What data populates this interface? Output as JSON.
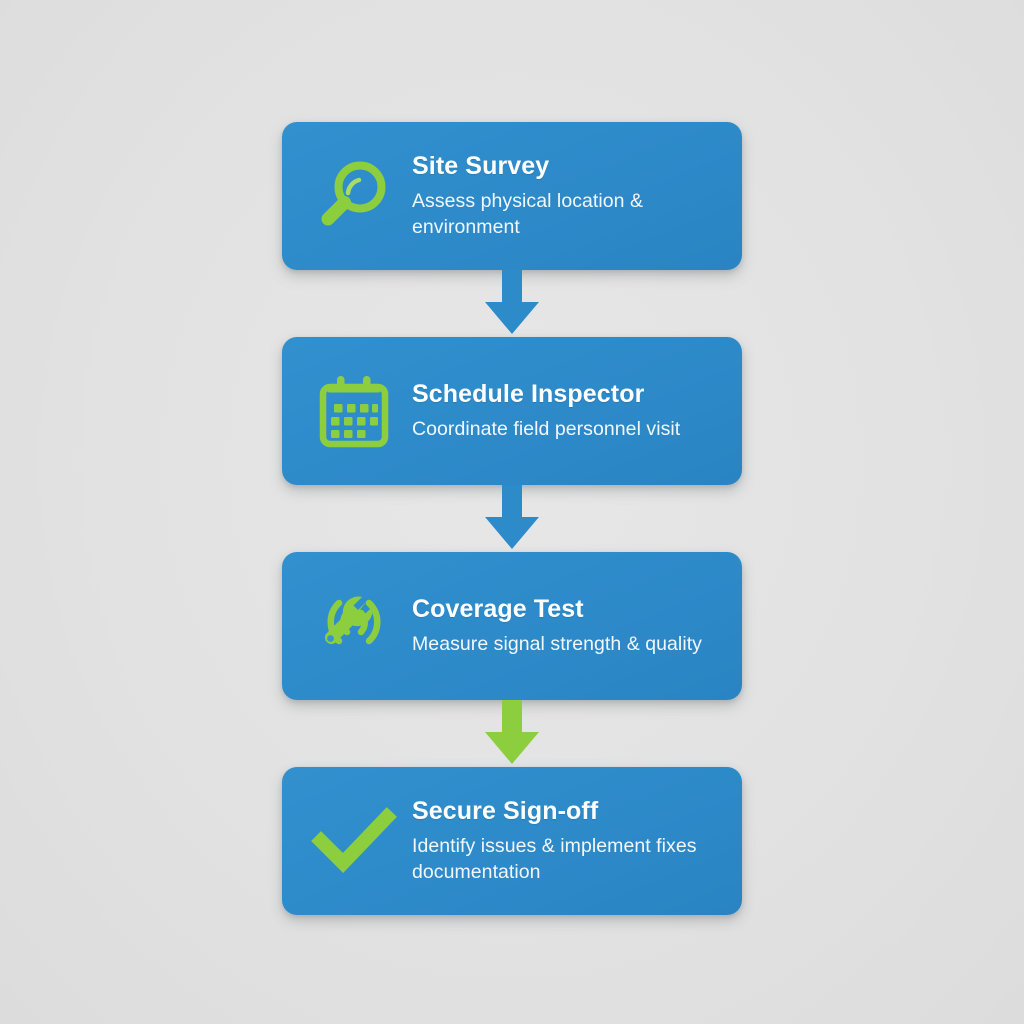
{
  "diagram": {
    "type": "vertical-flowchart",
    "background_color": "#e4e4e4",
    "card_color": "#2e8bca",
    "accent_color": "#8dce3f",
    "title_color": "#ffffff",
    "steps": [
      {
        "id": "site-survey",
        "index": 1,
        "title": "Site Survey",
        "description": "Assess physical location & environment",
        "icon": "magnifier-icon"
      },
      {
        "id": "schedule-inspector",
        "index": 2,
        "title": "Schedule Inspector",
        "description": "Coordinate field personnel visit",
        "icon": "calendar-icon"
      },
      {
        "id": "coverage-test",
        "index": 3,
        "title": "Coverage Test",
        "description": "Measure signal strength & quality",
        "icon": "signal-wrench-icon"
      },
      {
        "id": "secure-signoff",
        "index": 4,
        "title": "Secure Sign-off",
        "description": "Identify issues & implement fixes documentation",
        "icon": "checkmark-icon"
      }
    ],
    "connectors": [
      {
        "id": "connector-1",
        "from": "site-survey",
        "to": "schedule-inspector",
        "color": "#2e8bca"
      },
      {
        "id": "connector-2",
        "from": "schedule-inspector",
        "to": "coverage-test",
        "color": "#2e8bca"
      },
      {
        "id": "connector-3",
        "from": "coverage-test",
        "to": "secure-signoff",
        "color": "#8dce3f"
      }
    ]
  }
}
